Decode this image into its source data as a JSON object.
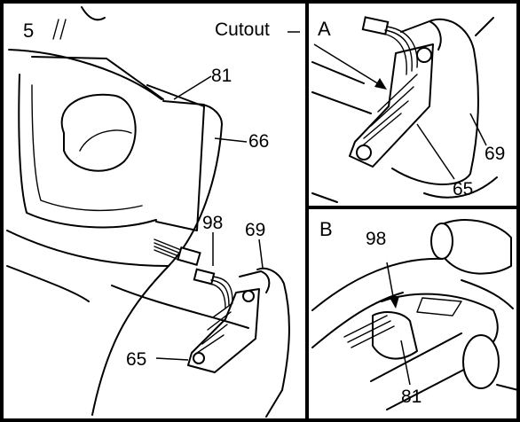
{
  "main_panel": {
    "step": "5",
    "label_cutout": "Cutout",
    "label_81": "81",
    "label_66": "66",
    "label_98": "98",
    "label_69": "69",
    "label_65": "65"
  },
  "panel_a": {
    "letter": "A",
    "label_69": "69",
    "label_65": "65"
  },
  "panel_b": {
    "letter": "B",
    "label_98": "98",
    "label_81": "81"
  }
}
